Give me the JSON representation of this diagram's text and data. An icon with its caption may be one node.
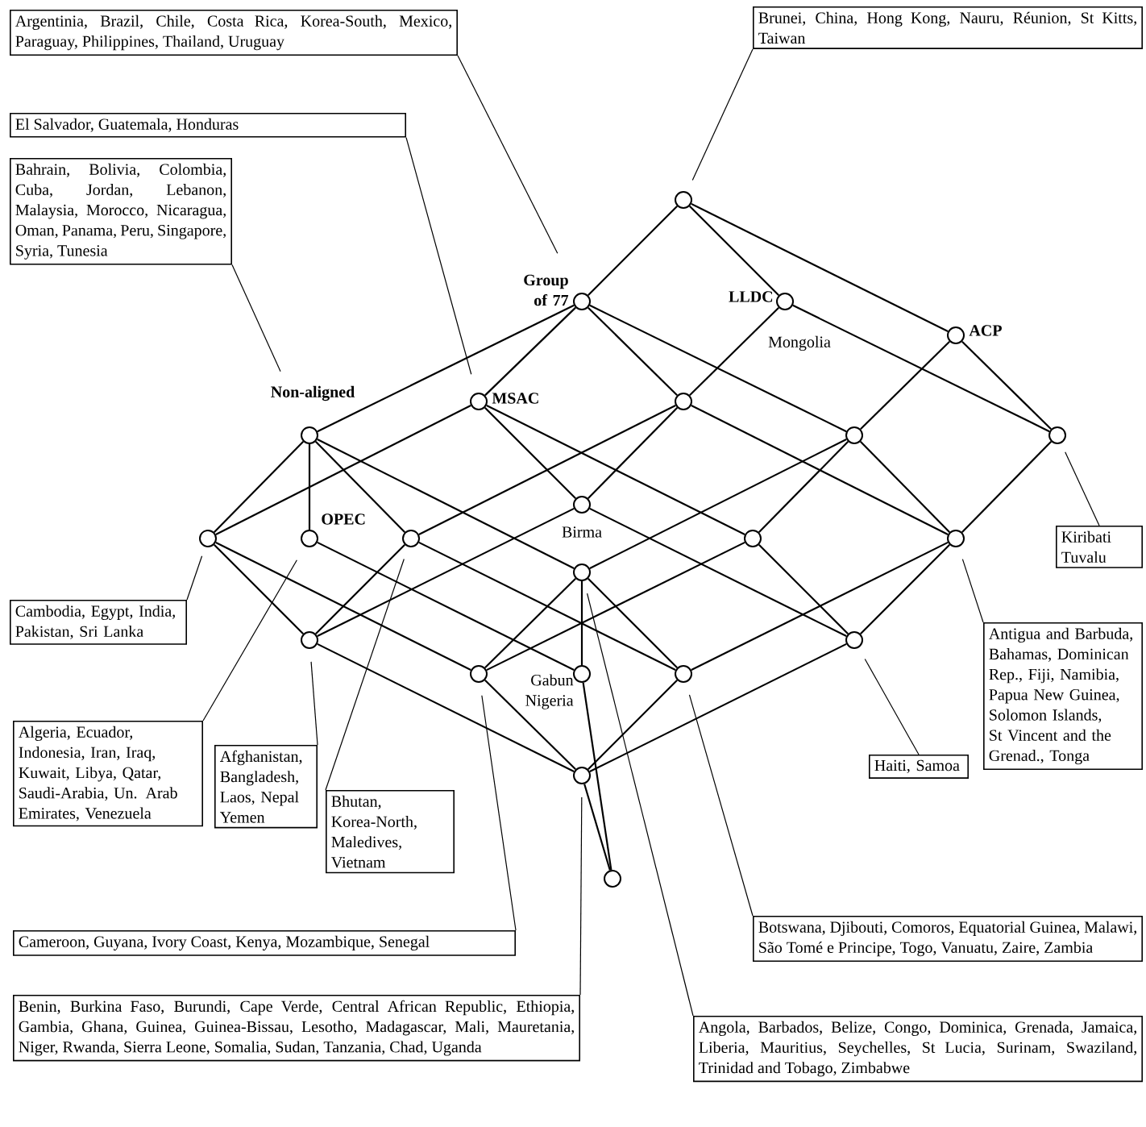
{
  "diagram": {
    "nodes": [
      {
        "text": [
          "Argentinia, Brazil, Chile, Costa Rica, Korea-South, Mexico, Paraguay, Philippines, Thailand, Uruguay"
        ]
      },
      {
        "text": [
          "Brunei, China, Hong Kong, Nauru, Réunion, St Kitts, Taiwan"
        ]
      },
      {
        "text": [
          "El Salvador, Guatemala, Honduras"
        ]
      },
      {
        "text": [
          "Bahrain, Bolivia, Colombia, Cuba, Jordan, Lebanon, Malaysia, Morocco, Nicaragua, Oman, Panama, Peru, Singapore, Syria, Tunesia"
        ]
      },
      {
        "text": [
          "Kiribati Tuvalu"
        ]
      },
      {
        "text": [
          "Cambodia, Egypt, India, Pakistan, Sri Lanka"
        ]
      },
      {
        "text": [
          "Antigua and Barbuda, Bahamas, Dominican Rep., Fiji, Namibia, Papua New Guinea, Solomon Islands, St Vincent and the Grenad., Tonga"
        ]
      },
      {
        "text": [
          "Haiti, Samoa"
        ]
      },
      {
        "text": [
          "Algeria, Ecuador, Indonesia, Iran, Iraq, Kuwait, Libya, Qatar, Saudi-Arabia, Un. Arab Emirates, Venezuela"
        ]
      },
      {
        "text": [
          "Afghanistan, Bangladesh, Laos, Nepal Yemen"
        ]
      },
      {
        "text": [
          "Bhutan, Korea-North, Maledives, Vietnam"
        ]
      },
      {
        "text": [
          "Botswana, Djibouti, Comoros, Equatorial Guinea, Malawi, São Tomé e Principe, Togo, Vanuatu, Zaire, Zambia"
        ]
      },
      {
        "text": [
          "Cameroon, Guyana, Ivory Coast, Kenya, Mozambique, Senegal"
        ]
      },
      {
        "text": [
          "Benin, Burkina Faso, Burundi, Cape Verde, Central African Republic, Ethiopia, Gambia, Ghana, Guinea, Guinea-Bissau, Lesotho, Madagascar, Mali, Mauretania, Niger, Rwanda, Sierra Leone, Somalia, Sudan, Tanzania, Chad, Uganda"
        ]
      },
      {
        "text": [
          "Angola, Barbados, Belize, Congo, Dominica, Grenada, Jamaica, Liberia, Mauritius, Seychelles, St Lucia, Surinam, Swaziland, Trinidad and Tobago, Zimbabwe"
        ]
      },
      {
        "text": [],
        "shape": "circle"
      },
      {
        "text": [],
        "shape": "circle",
        "beside": [
          "Group of 77"
        ]
      },
      {
        "text": [],
        "shape": "circle",
        "beside": [
          "LLDC",
          "Mongolia"
        ]
      },
      {
        "text": [],
        "shape": "circle",
        "beside": [
          "ACP"
        ]
      },
      {
        "text": [],
        "shape": "circle",
        "beside": [
          "Non-aligned"
        ]
      },
      {
        "text": [],
        "shape": "circle",
        "beside": [
          "MSAC"
        ]
      },
      {
        "text": [],
        "shape": "circle"
      },
      {
        "text": [],
        "shape": "circle"
      },
      {
        "text": [],
        "shape": "circle"
      },
      {
        "text": [],
        "shape": "circle"
      },
      {
        "text": [],
        "shape": "circle",
        "beside": [
          "OPEC"
        ]
      },
      {
        "text": [],
        "shape": "circle"
      },
      {
        "text": [],
        "shape": "circle",
        "beside": [
          "Birma"
        ]
      },
      {
        "text": [],
        "shape": "circle"
      },
      {
        "text": [],
        "shape": "circle"
      },
      {
        "text": [],
        "shape": "circle"
      },
      {
        "text": [],
        "shape": "circle"
      },
      {
        "text": [],
        "shape": "circle"
      },
      {
        "text": [],
        "shape": "circle",
        "beside": [
          "Gabun Nigeria"
        ]
      },
      {
        "text": [],
        "shape": "circle"
      },
      {
        "text": [],
        "shape": "circle"
      },
      {
        "text": [],
        "shape": "circle"
      },
      {
        "text": [],
        "shape": "circle"
      }
    ],
    "edges": [
      {
        "from": 15,
        "to": 16,
        "arrow": "none"
      },
      {
        "from": 15,
        "to": 17,
        "arrow": "none"
      },
      {
        "from": 15,
        "to": 18,
        "arrow": "none"
      },
      {
        "from": 16,
        "to": 19,
        "arrow": "none"
      },
      {
        "from": 16,
        "to": 20,
        "arrow": "none"
      },
      {
        "from": 16,
        "to": 21,
        "arrow": "none"
      },
      {
        "from": 16,
        "to": 22,
        "arrow": "none"
      },
      {
        "from": 17,
        "to": 21,
        "arrow": "none"
      },
      {
        "from": 17,
        "to": 23,
        "arrow": "none"
      },
      {
        "from": 18,
        "to": 22,
        "arrow": "none"
      },
      {
        "from": 18,
        "to": 23,
        "arrow": "none"
      },
      {
        "from": 19,
        "to": 24,
        "arrow": "none"
      },
      {
        "from": 19,
        "to": 25,
        "arrow": "none"
      },
      {
        "from": 19,
        "to": 26,
        "arrow": "none"
      },
      {
        "from": 19,
        "to": 30,
        "arrow": "none"
      },
      {
        "from": 20,
        "to": 24,
        "arrow": "none"
      },
      {
        "from": 20,
        "to": 27,
        "arrow": "none"
      },
      {
        "from": 20,
        "to": 28,
        "arrow": "none"
      },
      {
        "from": 21,
        "to": 26,
        "arrow": "none"
      },
      {
        "from": 21,
        "to": 27,
        "arrow": "none"
      },
      {
        "from": 21,
        "to": 29,
        "arrow": "none"
      },
      {
        "from": 22,
        "to": 28,
        "arrow": "none"
      },
      {
        "from": 22,
        "to": 29,
        "arrow": "none"
      },
      {
        "from": 22,
        "to": 30,
        "arrow": "none"
      },
      {
        "from": 23,
        "to": 29,
        "arrow": "none"
      },
      {
        "from": 24,
        "to": 31,
        "arrow": "none"
      },
      {
        "from": 24,
        "to": 32,
        "arrow": "none"
      },
      {
        "from": 25,
        "to": 33,
        "arrow": "none"
      },
      {
        "from": 26,
        "to": 31,
        "arrow": "none"
      },
      {
        "from": 26,
        "to": 34,
        "arrow": "none"
      },
      {
        "from": 27,
        "to": 31,
        "arrow": "none"
      },
      {
        "from": 27,
        "to": 35,
        "arrow": "none"
      },
      {
        "from": 28,
        "to": 32,
        "arrow": "none"
      },
      {
        "from": 28,
        "to": 35,
        "arrow": "none"
      },
      {
        "from": 29,
        "to": 34,
        "arrow": "none"
      },
      {
        "from": 29,
        "to": 35,
        "arrow": "none"
      },
      {
        "from": 30,
        "to": 32,
        "arrow": "none"
      },
      {
        "from": 30,
        "to": 33,
        "arrow": "none"
      },
      {
        "from": 30,
        "to": 34,
        "arrow": "none"
      },
      {
        "from": 31,
        "to": 36,
        "arrow": "none"
      },
      {
        "from": 32,
        "to": 36,
        "arrow": "none"
      },
      {
        "from": 34,
        "to": 36,
        "arrow": "none"
      },
      {
        "from": 35,
        "to": 36,
        "arrow": "none"
      },
      {
        "from": 33,
        "to": 37,
        "arrow": "none"
      },
      {
        "from": 36,
        "to": 37,
        "arrow": "none"
      },
      {
        "from": 0,
        "to": 16,
        "arrow": "none"
      },
      {
        "from": 1,
        "to": 15,
        "arrow": "none"
      },
      {
        "from": 2,
        "to": 20,
        "arrow": "none"
      },
      {
        "from": 3,
        "to": 19,
        "arrow": "none"
      },
      {
        "from": 4,
        "to": 23,
        "arrow": "none"
      },
      {
        "from": 5,
        "to": 24,
        "arrow": "none"
      },
      {
        "from": 6,
        "to": 29,
        "arrow": "none"
      },
      {
        "from": 7,
        "to": 35,
        "arrow": "none"
      },
      {
        "from": 8,
        "to": 25,
        "arrow": "none"
      },
      {
        "from": 9,
        "to": 31,
        "arrow": "none"
      },
      {
        "from": 10,
        "to": 26,
        "arrow": "none"
      },
      {
        "from": 11,
        "to": 34,
        "arrow": "none"
      },
      {
        "from": 12,
        "to": 32,
        "arrow": "none"
      },
      {
        "from": 13,
        "to": 36,
        "arrow": "none"
      },
      {
        "from": 14,
        "to": 30,
        "arrow": "none"
      }
    ]
  }
}
